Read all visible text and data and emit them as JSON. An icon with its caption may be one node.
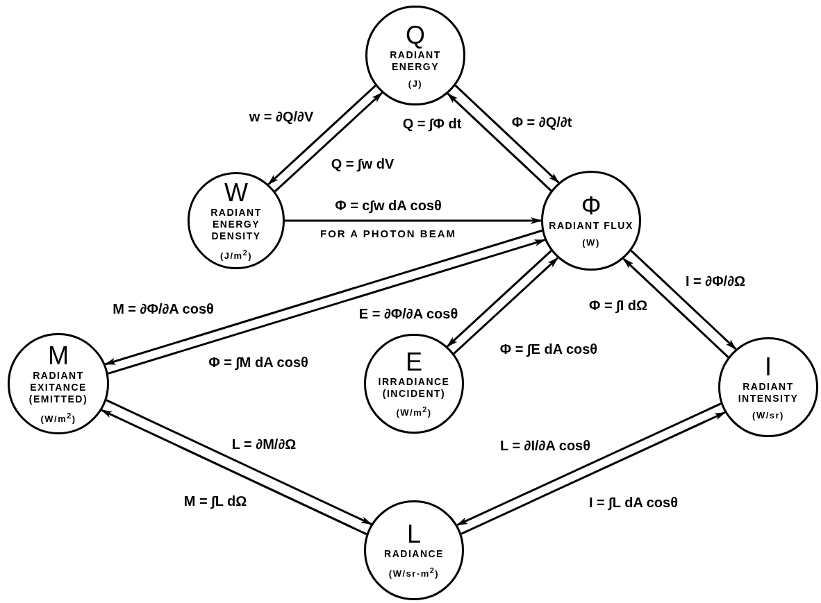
{
  "diagram": {
    "nodes": [
      {
        "text": [
          "Q",
          "RADIANT ENERGY",
          "(J)"
        ]
      },
      {
        "text": [
          "W",
          "RADIANT ENERGY DENSITY",
          "(J/m$^{2}$)"
        ]
      },
      {
        "text": [
          "Φ",
          "RADIANT FLUX",
          "(W)"
        ]
      },
      {
        "text": [
          "M",
          "RADIANT EXITANCE (EMITTED)",
          "(W/m$^{2}$)"
        ]
      },
      {
        "text": [
          "E",
          "IRRADIANCE (INCIDENT)",
          "(W/m$^{2}$)"
        ]
      },
      {
        "text": [
          "I",
          "RADIANT INTENSITY",
          "(W/sr)"
        ]
      },
      {
        "text": [
          "L",
          "RADIANCE",
          "(W/sr-m$^{2}$)"
        ]
      }
    ],
    "edges": [
      {
        "from": 0,
        "to": 1,
        "arrow": "to",
        "label": "w = ∂Q/∂V"
      },
      {
        "from": 1,
        "to": 0,
        "arrow": "to",
        "label": "Q = ∫w dV"
      },
      {
        "from": 2,
        "to": 0,
        "arrow": "to",
        "label": "Q = ∫Φ dt"
      },
      {
        "from": 0,
        "to": 2,
        "arrow": "to",
        "label": "Φ = ∂Q/∂t"
      },
      {
        "from": 1,
        "to": 2,
        "arrow": "to",
        "label": "Φ = c∫w dA cosθ"
      },
      {
        "from": 2,
        "to": 3,
        "arrow": "to",
        "label": "M = ∂Φ/∂A cosθ"
      },
      {
        "from": 3,
        "to": 2,
        "arrow": "to",
        "label": "Φ = ∫M dA cosθ"
      },
      {
        "from": 2,
        "to": 4,
        "arrow": "to",
        "label": "E = ∂Φ/∂A cosθ"
      },
      {
        "from": 4,
        "to": 2,
        "arrow": "to",
        "label": "Φ = ∫E dA cosθ"
      },
      {
        "from": 2,
        "to": 5,
        "arrow": "to",
        "label": "I = ∂Φ/∂Ω"
      },
      {
        "from": 5,
        "to": 2,
        "arrow": "to",
        "label": "Φ = ∫I dΩ"
      },
      {
        "from": 3,
        "to": 6,
        "arrow": "to",
        "label": "L = ∂M/∂Ω"
      },
      {
        "from": 6,
        "to": 3,
        "arrow": "to",
        "label": "M = ∫L dΩ"
      },
      {
        "from": 5,
        "to": 6,
        "arrow": "to",
        "label": "L = ∂I/∂A cosθ"
      },
      {
        "from": 6,
        "to": 5,
        "arrow": "to",
        "label": "I = ∫L dA cosθ"
      }
    ],
    "labels": [
      "FOR A PHOTON BEAM"
    ]
  }
}
